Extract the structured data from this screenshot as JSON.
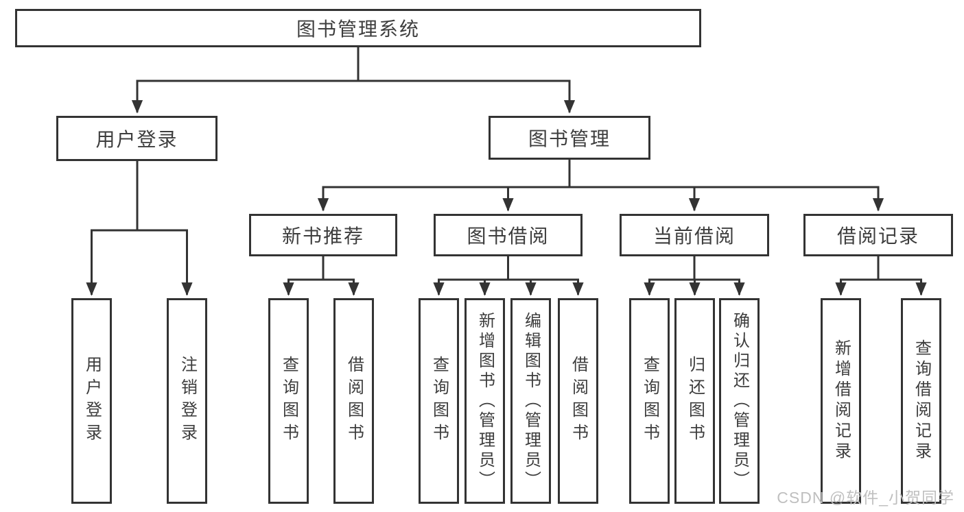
{
  "tree": {
    "root": {
      "label": "图书管理系统"
    },
    "children": [
      {
        "label": "用户登录",
        "children": [
          {
            "label": "用户登录"
          },
          {
            "label": "注销登录"
          }
        ]
      },
      {
        "label": "图书管理",
        "children": [
          {
            "label": "新书推荐",
            "children": [
              {
                "label": "查询图书"
              },
              {
                "label": "借阅图书"
              }
            ]
          },
          {
            "label": "图书借阅",
            "children": [
              {
                "label": "查询图书"
              },
              {
                "label": "新增图书（管理员）"
              },
              {
                "label": "编辑图书（管理员）"
              },
              {
                "label": "借阅图书"
              }
            ]
          },
          {
            "label": "当前借阅",
            "children": [
              {
                "label": "查询图书"
              },
              {
                "label": "归还图书"
              },
              {
                "label": "确认归还（管理员）"
              }
            ]
          },
          {
            "label": "借阅记录",
            "children": [
              {
                "label": "新增借阅记录"
              },
              {
                "label": "查询借阅记录"
              }
            ]
          }
        ]
      }
    ]
  },
  "watermark": {
    "text": "CSDN @软件_小贺同学",
    "color": "#bfbfbf"
  },
  "colors": {
    "line": "#333333",
    "box_border": "#333333",
    "text": "#3d3d3d",
    "background": "#ffffff"
  }
}
